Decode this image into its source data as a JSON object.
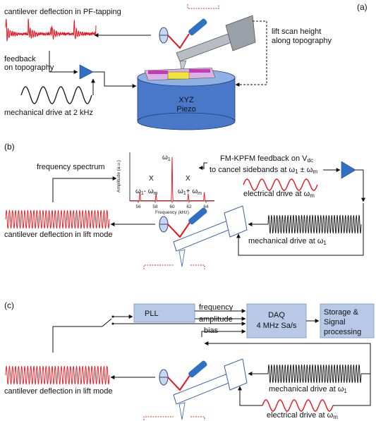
{
  "panels": {
    "a": "(a)",
    "b": "(b)",
    "c": "(c)"
  },
  "a": {
    "deflection_label": "cantilever deflection in PF-tapping",
    "feedback_label_1": "feedback",
    "feedback_label_2": "on topography",
    "mech_drive_label": "mechanical drive at 2 kHz",
    "lift_label_1": "lift scan height",
    "lift_label_2": "along topography",
    "piezo_label_1": "XYZ",
    "piezo_label_2": "Piezo"
  },
  "b": {
    "freq_spectrum_label": "frequency spectrum",
    "fm_label_1": "FM-KPFM feedback on V",
    "fm_label_1_sub": "dc",
    "fm_label_2": "to cancel sidebands at ω",
    "fm_label_2_sub": "1",
    "fm_label_2_tail": " ± ω",
    "fm_label_2_tail_sub": "m",
    "elec_drive_label": "electrical drive at ω",
    "elec_drive_sub": "m",
    "deflection_label": "cantilever deflection in lift mode",
    "mech_drive_label": "mechanical drive at ω",
    "mech_drive_sub": "1",
    "inset": {
      "ylabel": "Amplitude (a.u.)",
      "xlabel": "Frequency (kHz)",
      "x_ticks": [
        "56",
        "58",
        "60",
        "62",
        "64"
      ],
      "peak_label": "ω",
      "peak_sub": "1",
      "left_side": "ω",
      "left_side_sub": "1",
      "left_side_mid": "- ω",
      "left_side_mid_sub": "m",
      "right_side": "ω",
      "right_side_sub": "1",
      "right_side_mid": "+ ω",
      "right_side_mid_sub": "m",
      "x_mark_left": "X",
      "x_mark_right": "X"
    }
  },
  "c": {
    "pll": "PLL",
    "frequency": "frequency",
    "amplitude": "amplitude",
    "bias": "bias",
    "daq_1": "DAQ",
    "daq_2": "4 MHz Sa/s",
    "storage_1": "Storage &",
    "storage_2": "Signal",
    "storage_3": "processing",
    "deflection_label": "cantilever deflection in lift mode",
    "mech_drive_label": "mechanical drive at ω",
    "mech_drive_sub": "1",
    "elec_drive_label": "electrical drive at ω",
    "elec_drive_sub": "m"
  },
  "colors": {
    "red_signal": "#e8141c",
    "black_signal": "#111111",
    "blue_block": "#b7c9e6",
    "blue_triangle": "#2f6fc4",
    "piezo_blue": "#4a78c9",
    "cantilever_grey": "#aeb3bb",
    "lift_dotted": "#c0392b"
  }
}
